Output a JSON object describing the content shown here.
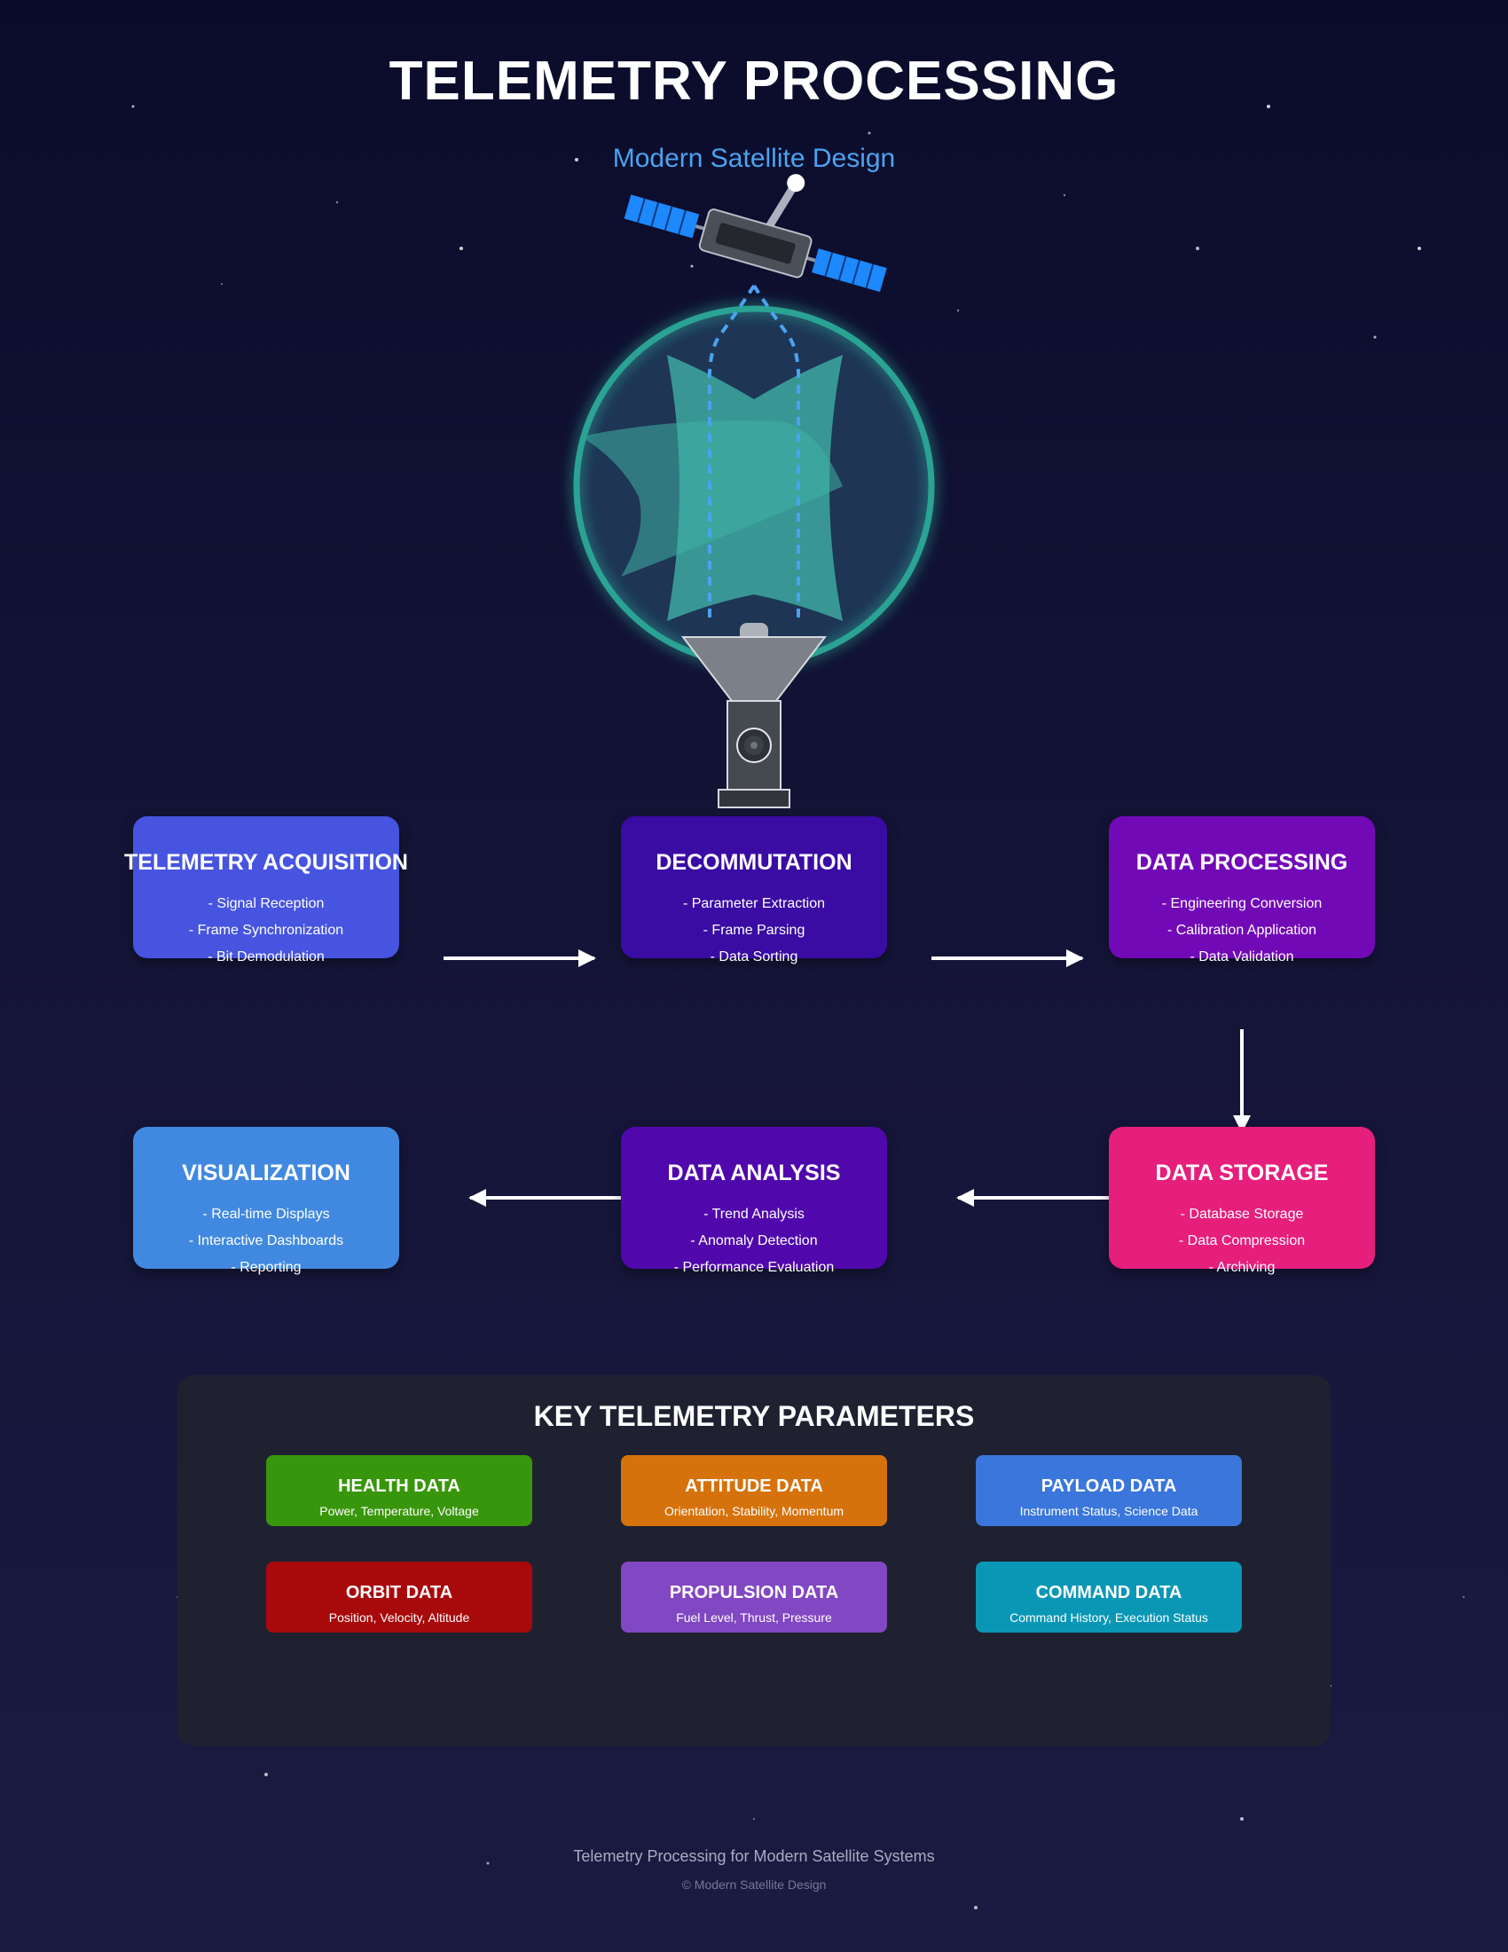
{
  "header": {
    "title": "TELEMETRY PROCESSING",
    "subtitle": "Modern Satellite Design"
  },
  "flow": {
    "steps": [
      {
        "title": "TELEMETRY ACQUISITION",
        "color": "#4654e0",
        "items": [
          "- Signal Reception",
          "- Frame Synchronization",
          "- Bit Demodulation"
        ]
      },
      {
        "title": "DECOMMUTATION",
        "color": "#3a0ca3",
        "items": [
          "- Parameter Extraction",
          "- Frame Parsing",
          "- Data Sorting"
        ]
      },
      {
        "title": "DATA PROCESSING",
        "color": "#7209b7",
        "items": [
          "- Engineering Conversion",
          "- Calibration Application",
          "- Data Validation"
        ]
      },
      {
        "title": "DATA STORAGE",
        "color": "#e61e7c",
        "items": [
          "- Database Storage",
          "- Data Compression",
          "- Archiving"
        ]
      },
      {
        "title": "DATA ANALYSIS",
        "color": "#5008ac",
        "items": [
          "- Trend Analysis",
          "- Anomaly Detection",
          "- Performance Evaluation"
        ]
      },
      {
        "title": "VISUALIZATION",
        "color": "#4189e0",
        "items": [
          "- Real-time Displays",
          "- Interactive Dashboards",
          "- Reporting"
        ]
      }
    ]
  },
  "parameters": {
    "title": "KEY TELEMETRY PARAMETERS",
    "cards": [
      {
        "title": "HEALTH DATA",
        "desc": "Power, Temperature, Voltage",
        "color": "#38960c"
      },
      {
        "title": "ATTITUDE DATA",
        "desc": "Orientation, Stability, Momentum",
        "color": "#d6720b"
      },
      {
        "title": "PAYLOAD DATA",
        "desc": "Instrument Status, Science Data",
        "color": "#3a76db"
      },
      {
        "title": "ORBIT DATA",
        "desc": "Position, Velocity, Altitude",
        "color": "#a80a0c"
      },
      {
        "title": "PROPULSION DATA",
        "desc": "Fuel Level, Thrust, Pressure",
        "color": "#8247c2"
      },
      {
        "title": "COMMAND DATA",
        "desc": "Command History, Execution Status",
        "color": "#0a97b6"
      }
    ]
  },
  "footer": {
    "text": "Telemetry Processing for Modern Satellite Systems",
    "copyright": "© Modern Satellite Design"
  },
  "colors": {
    "globe_ring": "#2aa394",
    "globe_fill": "#1e3555",
    "landmass": "#3fb0a4",
    "signal": "#4aa3f0",
    "solar_panel": "#1e88ff"
  }
}
